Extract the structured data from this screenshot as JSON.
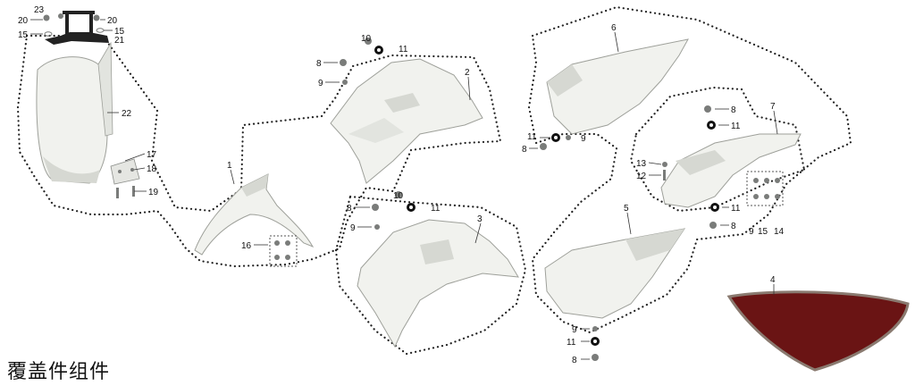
{
  "title": "覆盖件组件",
  "colors": {
    "part_fill": "#f1f2ee",
    "part_shade": "#d6d8d2",
    "part_stroke": "#9ea09a",
    "hardware": "#7a7c7a",
    "washer": "#111111",
    "seat_top": "#6a1414",
    "seat_edge": "#8a7a70",
    "dots": "#222222"
  },
  "callouts": {
    "p1": "1",
    "p2": "2",
    "p3": "3",
    "p4": "4",
    "p5": "5",
    "p6": "6",
    "p7": "7",
    "p8": "8",
    "p9": "9",
    "p10": "10",
    "p11": "11",
    "p12": "12",
    "p13": "13",
    "p14": "14",
    "p15": "15",
    "p16": "16",
    "p17": "17",
    "p18": "18",
    "p19": "19",
    "p20": "20",
    "p21": "21",
    "p22": "22",
    "p23": "23"
  },
  "parts": [
    {
      "id": "1",
      "icon": "front-fender"
    },
    {
      "id": "2",
      "icon": "right-tank-shroud"
    },
    {
      "id": "3",
      "icon": "left-tank-shroud"
    },
    {
      "id": "4",
      "icon": "seat"
    },
    {
      "id": "5",
      "icon": "left-side-panel"
    },
    {
      "id": "6",
      "icon": "right-side-panel"
    },
    {
      "id": "7",
      "icon": "rear-fender"
    },
    {
      "id": "22",
      "icon": "number-plate"
    },
    {
      "id": "21",
      "icon": "mounting-bracket"
    }
  ]
}
